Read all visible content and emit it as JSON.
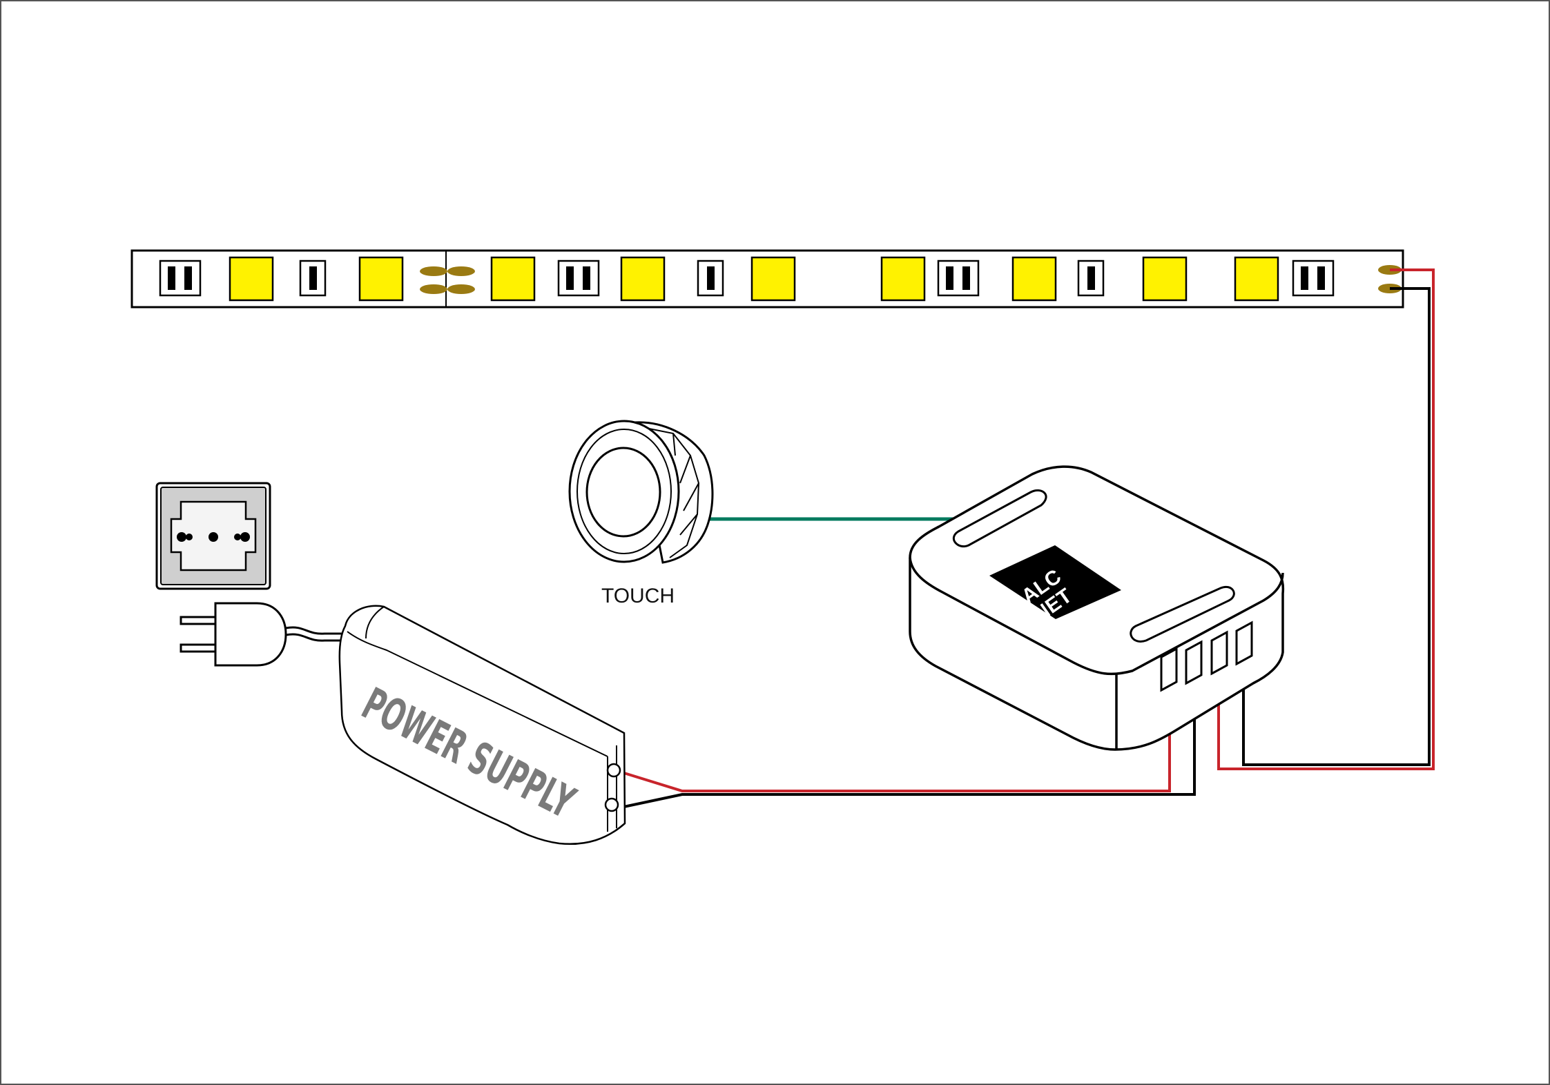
{
  "labels": {
    "touch": "TOUCH",
    "power_supply": "POWER SUPPLY",
    "logo_line1": "DALC",
    "logo_line2": "NET"
  },
  "components": {
    "led_strip": {
      "icon": "led-strip-icon",
      "led_color": "#fff200"
    },
    "touch_sensor": {
      "icon": "touch-sensor-icon"
    },
    "socket": {
      "icon": "wall-socket-icon",
      "face_color": "#cfcfcf"
    },
    "plug": {
      "icon": "plug-icon"
    },
    "power_supply": {
      "icon": "power-supply-icon"
    },
    "controller": {
      "icon": "controller-icon",
      "logo_bg": "#000000"
    }
  },
  "colors": {
    "outline": "#000000",
    "wire_positive": "#c8242b",
    "wire_negative": "#000000",
    "wire_signal": "#007a5e",
    "solder_pad": "#9a7a12"
  }
}
